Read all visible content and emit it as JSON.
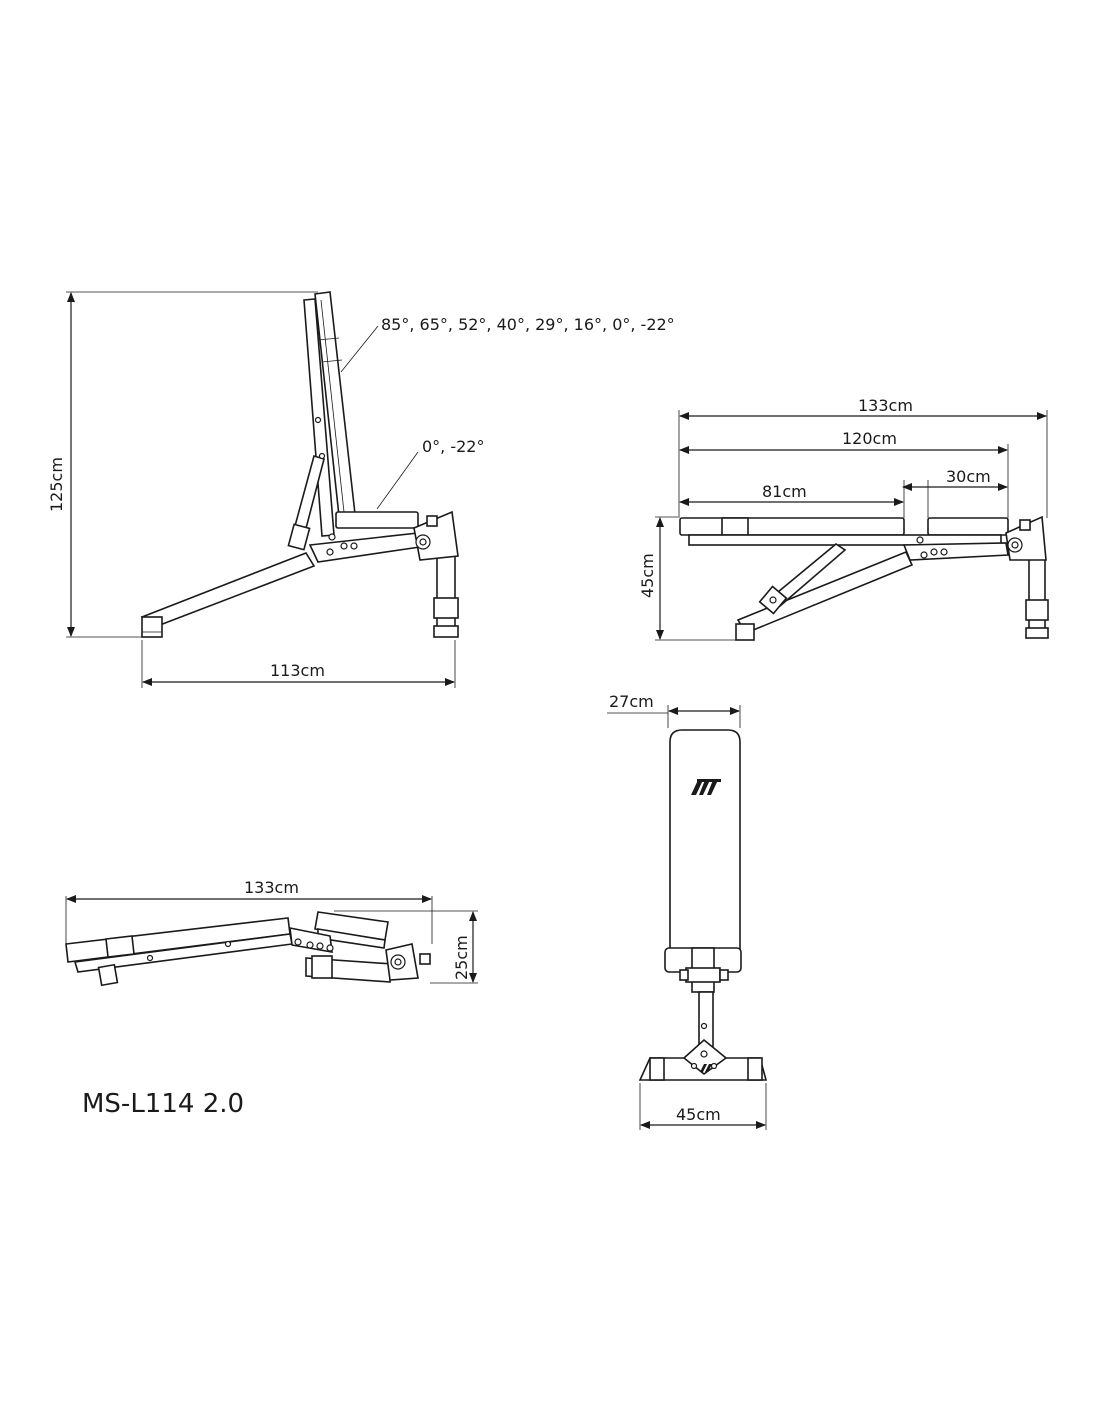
{
  "model_name": "MS-L114 2.0",
  "icons": {
    "brand_logo": "brand-logo-icon"
  },
  "colors": {
    "line": "#1a1a1a",
    "background": "#ffffff"
  },
  "views": {
    "side_incline": {
      "angles_backrest": "85°, 65°, 52°, 40°, 29°, 16°, 0°, -22°",
      "angles_seat": "0°, -22°",
      "height": "125cm",
      "length": "113cm"
    },
    "side_flat": {
      "overall_length": "133cm",
      "pad_length": "120cm",
      "backrest_length": "81cm",
      "seat_length": "30cm",
      "height": "45cm"
    },
    "folded": {
      "length": "133cm",
      "height": "25cm"
    },
    "front": {
      "pad_width": "27cm",
      "base_width": "45cm"
    }
  }
}
